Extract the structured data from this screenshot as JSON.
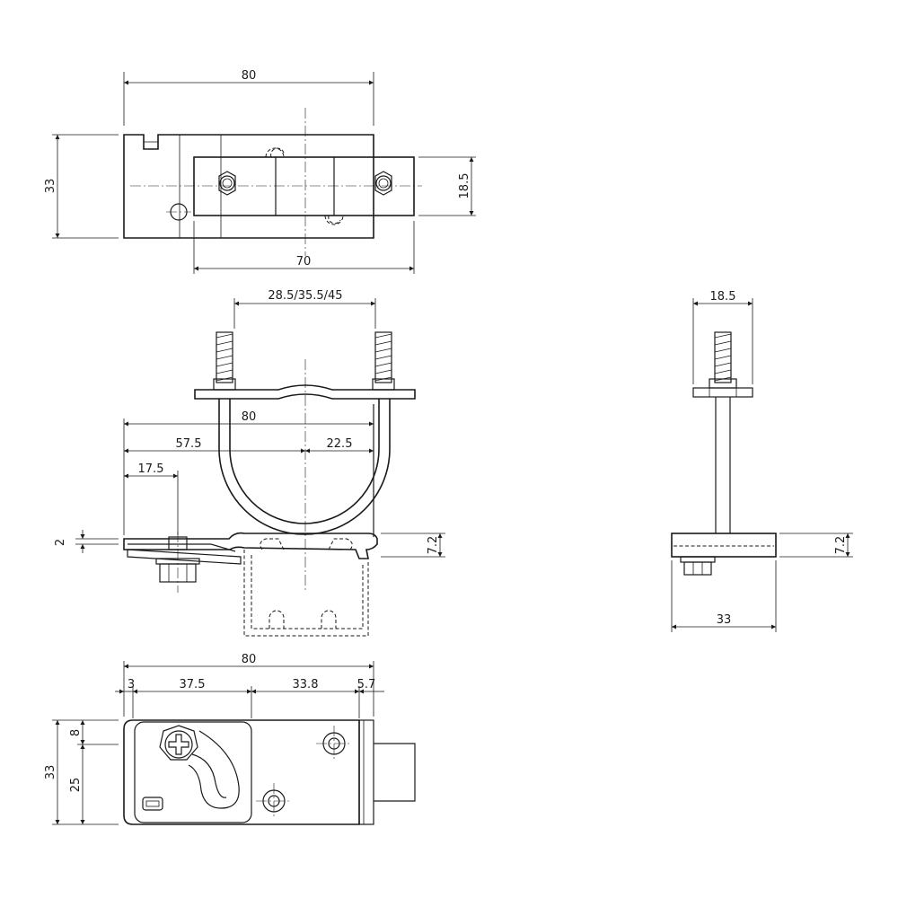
{
  "top_view": {
    "width": "80",
    "height": "33",
    "plate_height": "18.5",
    "plate_width": "70"
  },
  "front_view": {
    "spacing": "28.5/35.5/45",
    "width": "80",
    "dist_a": "57.5",
    "dist_b": "22.5",
    "dist_c": "17.5",
    "thickness": "2",
    "height": "7.2"
  },
  "side_view": {
    "top_width": "18.5",
    "height": "7.2",
    "width": "33"
  },
  "bottom_view": {
    "width": "80",
    "seg_a": "3",
    "seg_b": "37.5",
    "seg_c": "33.8",
    "seg_d": "5.7",
    "height": "33",
    "offset_small": "8",
    "offset_large": "25"
  }
}
